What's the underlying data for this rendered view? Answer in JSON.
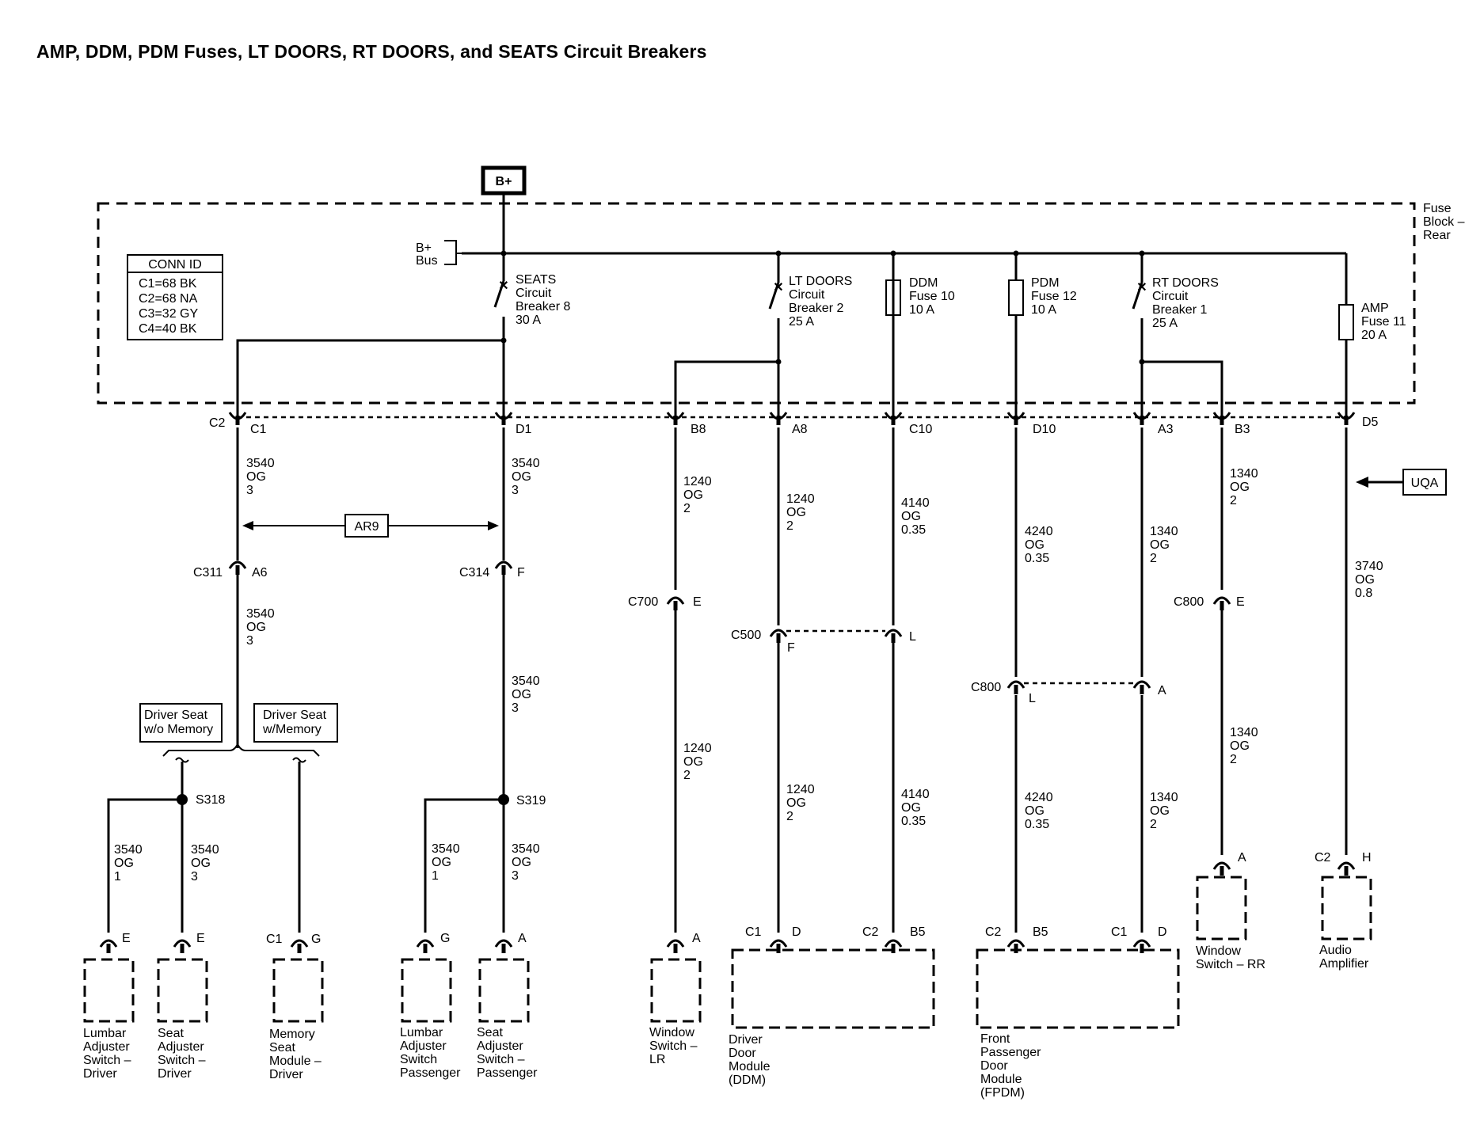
{
  "title": "AMP, DDM, PDM Fuses, LT DOORS, RT DOORS, and SEATS Circuit Breakers",
  "power": {
    "source": "B+",
    "bus": [
      "B+",
      "Bus"
    ]
  },
  "fuse_block": [
    "Fuse",
    "Block –",
    "Rear"
  ],
  "conn_id": {
    "header": "CONN ID",
    "rows": [
      "C1=68 BK",
      "C2=68 NA",
      "C3=32 GY",
      "C4=40 BK"
    ]
  },
  "devices": {
    "seats_cb": [
      "SEATS",
      "Circuit",
      "Breaker 8",
      "30 A"
    ],
    "lt_doors_cb": [
      "LT DOORS",
      "Circuit",
      "Breaker 2",
      "25 A"
    ],
    "ddm_fuse": [
      "DDM",
      "Fuse 10",
      "10 A"
    ],
    "pdm_fuse": [
      "PDM",
      "Fuse 12",
      "10 A"
    ],
    "rt_doors_cb": [
      "RT DOORS",
      "Circuit",
      "Breaker 1",
      "25 A"
    ],
    "amp_fuse": [
      "AMP",
      "Fuse 11",
      "20 A"
    ]
  },
  "connector_labels": {
    "c2_left": "C2",
    "c1": "C1",
    "d1": "D1",
    "b8": "B8",
    "a8": "A8",
    "c10": "C10",
    "d10": "D10",
    "a3": "A3",
    "b3": "B3",
    "d5": "D5",
    "c311": "C311",
    "a6": "A6",
    "c314": "C314",
    "f_c314": "F",
    "c700": "C700",
    "e_c700": "E",
    "c500": "C500",
    "f_c500": "F",
    "l_c500": "L",
    "c800a": "C800",
    "e_c800": "E",
    "c800b": "C800",
    "l_c800": "L",
    "a_c800": "A",
    "s318": "S318",
    "s319": "S319"
  },
  "wires": {
    "w1": [
      "3540",
      "OG",
      "3"
    ],
    "w2": [
      "3540",
      "OG",
      "3"
    ],
    "w3": [
      "1240",
      "OG",
      "2"
    ],
    "w4": [
      "1240",
      "OG",
      "2"
    ],
    "w5": [
      "4140",
      "OG",
      "0.35"
    ],
    "w6": [
      "4240",
      "OG",
      "0.35"
    ],
    "w7": [
      "1340",
      "OG",
      "2"
    ],
    "w8": [
      "1340",
      "OG",
      "2"
    ],
    "w9": [
      "3740",
      "OG",
      "0.8"
    ],
    "w10": [
      "3540",
      "OG",
      "3"
    ],
    "w11": [
      "3540",
      "OG",
      "3"
    ],
    "w12": [
      "1240",
      "OG",
      "2"
    ],
    "w13": [
      "1240",
      "OG",
      "2"
    ],
    "w14": [
      "4140",
      "OG",
      "0.35"
    ],
    "w15": [
      "4240",
      "OG",
      "0.35"
    ],
    "w16": [
      "1340",
      "OG",
      "2"
    ],
    "w17": [
      "1340",
      "OG",
      "2"
    ],
    "w18": [
      "3540",
      "OG",
      "1"
    ],
    "w19": [
      "3540",
      "OG",
      "3"
    ],
    "w20": [
      "3540",
      "OG",
      "1"
    ],
    "w21": [
      "3540",
      "OG",
      "3"
    ]
  },
  "option_tags": {
    "ar9": "AR9",
    "uqa": "UQA"
  },
  "seat_options": {
    "without_memory": [
      "Driver Seat",
      "w/o Memory"
    ],
    "with_memory": [
      "Driver Seat",
      "w/Memory"
    ]
  },
  "components": {
    "lumbar_driver": {
      "pin": "E",
      "label": [
        "Lumbar",
        "Adjuster",
        "Switch –",
        "Driver"
      ]
    },
    "seat_driver": {
      "pin": "E",
      "label": [
        "Seat",
        "Adjuster",
        "Switch –",
        "Driver"
      ]
    },
    "memory_seat": {
      "conn": "C1",
      "pin": "G",
      "label": [
        "Memory",
        "Seat",
        "Module –",
        "Driver"
      ]
    },
    "lumbar_pass": {
      "pin": "G",
      "label": [
        "Lumbar",
        "Adjuster",
        "Switch",
        "Passenger"
      ]
    },
    "seat_pass": {
      "pin": "A",
      "label": [
        "Seat",
        "Adjuster",
        "Switch –",
        "Passenger"
      ]
    },
    "window_lr": {
      "pin": "A",
      "label": [
        "Window",
        "Switch –",
        "LR"
      ]
    },
    "ddm": {
      "conn1": "C1",
      "pin1": "D",
      "conn2": "C2",
      "pin2": "B5",
      "label": [
        "Driver",
        "Door",
        "Module",
        "(DDM)"
      ]
    },
    "fpdm": {
      "conn1": "C2",
      "pin1": "B5",
      "conn2": "C1",
      "pin2": "D",
      "label": [
        "Front",
        "Passenger",
        "Door",
        "Module",
        "(FPDM)"
      ]
    },
    "window_rr": {
      "pin": "A",
      "label": [
        "Window",
        "Switch – RR"
      ]
    },
    "audio_amp": {
      "conn": "C2",
      "pin": "H",
      "label": [
        "Audio",
        "Amplifier"
      ]
    }
  }
}
